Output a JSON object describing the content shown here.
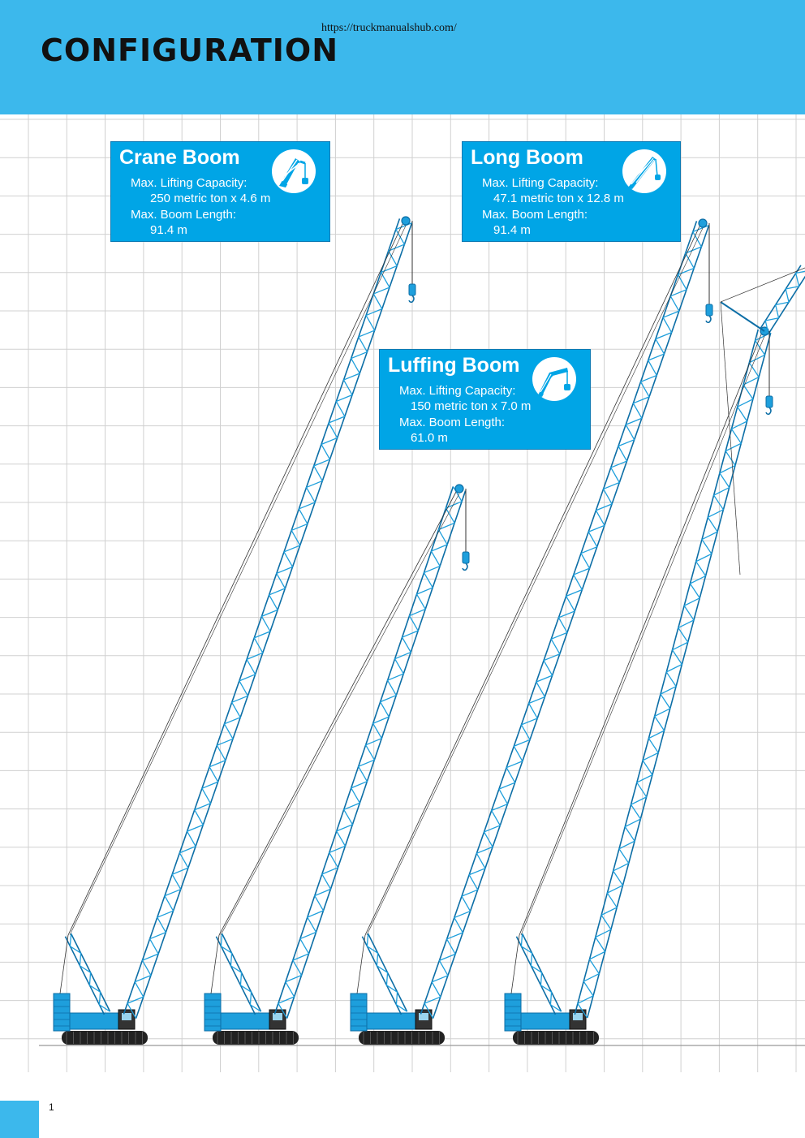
{
  "header": {
    "url": "https://truckmanualshub.com/",
    "title": "CONFIGURATION"
  },
  "colors": {
    "header_bg": "#3cb8ec",
    "box_bg": "#00a5e6",
    "crane_blue": "#1e9fdc",
    "crane_dark": "#0c6ea6",
    "grid": "#d0d0d0"
  },
  "boxes": [
    {
      "name": "Crane Boom",
      "capacity_label": "Max. Lifting Capacity:",
      "capacity_value": "250 metric ton x 4.6 m",
      "length_label": "Max. Boom Length:",
      "length_value": "91.4 m",
      "icon": "crane-boom-icon"
    },
    {
      "name": "Long Boom",
      "capacity_label": "Max. Lifting Capacity:",
      "capacity_value": "47.1 metric ton x 12.8 m",
      "length_label": "Max. Boom Length:",
      "length_value": "91.4 m",
      "icon": "long-boom-icon"
    },
    {
      "name": "Luffing Boom",
      "capacity_label": "Max. Lifting Capacity:",
      "capacity_value": "150 metric ton x 7.0 m",
      "length_label": "Max. Boom Length:",
      "length_value": "61.0 m",
      "icon": "luffing-boom-icon"
    }
  ],
  "page_number": "1"
}
